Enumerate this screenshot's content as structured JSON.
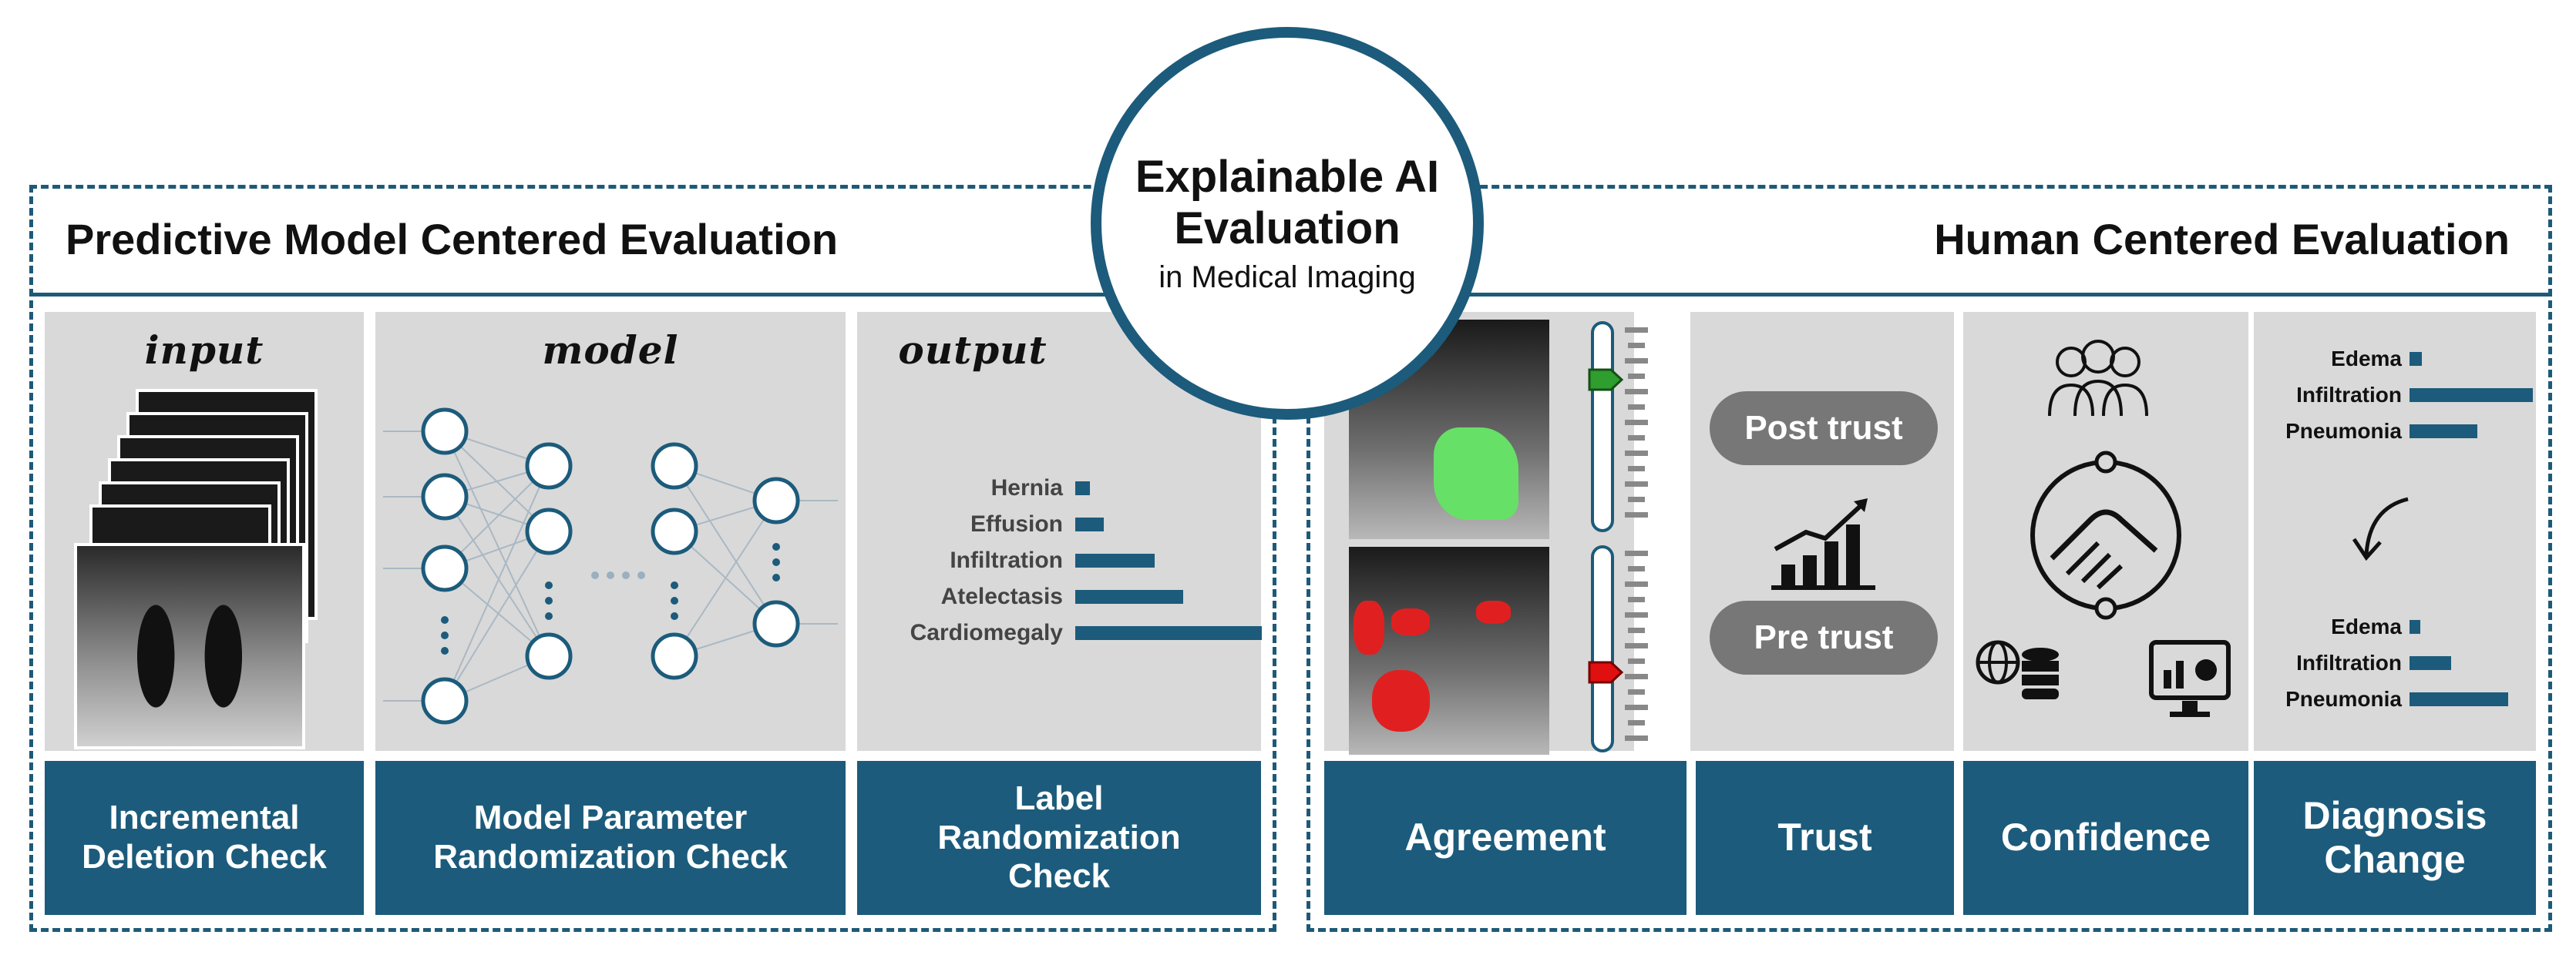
{
  "center": {
    "title_line1": "Explainable AI",
    "title_line2": "Evaluation",
    "subtitle": "in Medical Imaging"
  },
  "left": {
    "title": "Predictive Model Centered Evaluation",
    "input_label": "input",
    "model_label": "model",
    "output_label": "output",
    "checks": [
      "Incremental\nDeletion Check",
      "Model Parameter\nRandomization Check",
      "Label\nRandomization\nCheck"
    ],
    "output_bars": [
      {
        "label": "Hernia",
        "value": 0.04
      },
      {
        "label": "Effusion",
        "value": 0.08
      },
      {
        "label": "Infiltration",
        "value": 0.22
      },
      {
        "label": "Atelectasis",
        "value": 0.3
      },
      {
        "label": "Cardiomegaly",
        "value": 0.52
      }
    ]
  },
  "right": {
    "title": "Human Centered Evaluation",
    "post_trust": "Post trust",
    "pre_trust": "Pre trust",
    "metrics": [
      "Agreement",
      "Trust",
      "Confidence",
      "Diagnosis\nChange"
    ],
    "diag_before": [
      {
        "label": "Edema",
        "value": 0.1
      },
      {
        "label": "Infiltration",
        "value": 1.0
      },
      {
        "label": "Pneumonia",
        "value": 0.55
      }
    ],
    "diag_after": [
      {
        "label": "Edema",
        "value": 0.09
      },
      {
        "label": "Infiltration",
        "value": 0.34
      },
      {
        "label": "Pneumonia",
        "value": 0.8
      }
    ]
  },
  "colors": {
    "accent": "#1c5b7b",
    "panel": "#d9d9d9",
    "pill": "#777777",
    "slider_green": "#2e9e2e",
    "slider_red": "#e01010",
    "overlay_green": "#66e066",
    "overlay_red": "#e02020"
  }
}
